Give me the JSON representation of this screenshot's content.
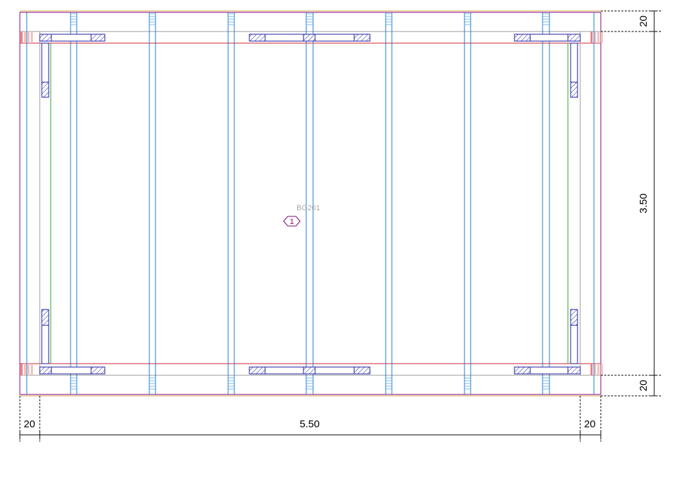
{
  "drawing": {
    "room_label": "BG201",
    "room_marker": "1",
    "dimensions": {
      "right": {
        "top": "20",
        "middle": "3.50",
        "bottom": "20"
      },
      "bottom": {
        "left": "20",
        "middle": "5.50",
        "right": "20"
      }
    },
    "colors": {
      "wall": "#cc2233",
      "beam": "#1e78d2",
      "window": "#1a1aa0",
      "outline": "#800080",
      "green": "#22aa22",
      "gray": "#999999",
      "border": "#d4a040"
    }
  }
}
